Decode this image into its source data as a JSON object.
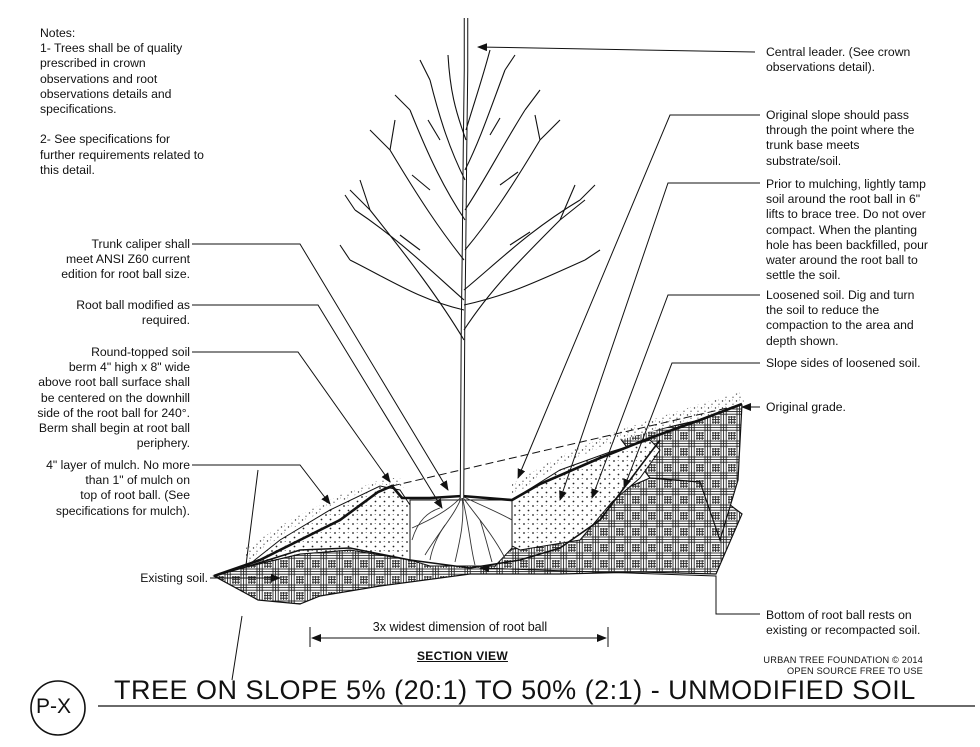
{
  "notes": "Notes:\n1- Trees shall be of quality\nprescribed in crown\nobservations and root\nobservations details and\nspecifications.\n\n2- See specifications for\nfurther requirements related to\nthis detail.",
  "labels": {
    "central_leader": "Central leader. (See crown\nobservations detail).",
    "original_slope": "Original slope should pass\nthrough the point where the\ntrunk base meets\nsubstrate/soil.",
    "tamp_soil": "Prior to mulching, lightly tamp\nsoil around the root ball in 6\"\nlifts to brace tree. Do not over\ncompact. When the planting\nhole has been backfilled, pour\nwater around the root ball to\nsettle the soil.",
    "loosened_soil": "Loosened soil. Dig and turn\nthe soil to reduce the\ncompaction to the area and\ndepth shown.",
    "slope_sides": "Slope sides of loosened soil.",
    "original_grade": "Original grade.",
    "bottom_root_ball": "Bottom of root ball rests on\nexisting or recompacted soil.",
    "trunk_caliper": "Trunk caliper shall\nmeet ANSI Z60 current\nedition for root ball size.",
    "root_ball_modified": "Root ball modified as\nrequired.",
    "soil_berm": "Round-topped soil\nberm 4\" high x 8\" wide\nabove root ball surface shall\nbe centered on the downhill\nside of the root ball for 240°.\nBerm shall begin at root ball\nperiphery.",
    "mulch_layer": "4\" layer of mulch. No more\nthan 1\" of mulch on\ntop of root ball. (See\nspecifications for mulch).",
    "existing_soil": "Existing soil."
  },
  "dimension_label": "3x widest dimension of root ball",
  "section_label": "SECTION VIEW",
  "credit": "URBAN TREE FOUNDATION © 2014\nOPEN SOURCE FREE TO USE",
  "badge": "P-X",
  "title": "TREE ON SLOPE 5% (20:1) TO 50% (2:1) - UNMODIFIED SOIL"
}
